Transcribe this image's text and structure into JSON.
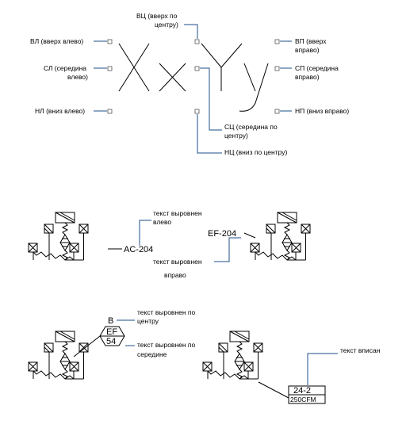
{
  "top_diagram": {
    "letters": [
      "X",
      "x",
      "Y",
      "y"
    ],
    "labels": {
      "top_left": "ВЛ (вверх влево)",
      "middle_left_1": "СЛ (середина",
      "middle_left_2": "влево)",
      "bottom_left": "НЛ (вниз влево)",
      "top_center_1": "ВЦ (вверх по",
      "top_center_2": "центру)",
      "middle_center_1": "СЦ (середина по",
      "middle_center_2": "центру)",
      "bottom_center": "НЦ (вниз по центру)",
      "top_right_1": "ВП (вверх",
      "top_right_2": "вправо)",
      "middle_right_1": "СП (середина",
      "middle_right_2": "вправо)",
      "bottom_right": "НП (вниз вправо)"
    }
  },
  "examples": {
    "left_aligned": {
      "tag": "AC-204",
      "note_1": "текст выровнен",
      "note_2": "влево"
    },
    "right_aligned": {
      "tag": "EF-204",
      "note_1": "текст выровнен",
      "note_2": "вправо"
    },
    "center_aligned": {
      "tag_top": "B",
      "tag_box_top": "EF",
      "tag_box_bottom": "54",
      "note_center_1": "текст выровнен по",
      "note_center_2": "центру",
      "note_middle_1": "текст выровнен по",
      "note_middle_2": "середине"
    },
    "fit": {
      "tag_top": "24-2",
      "tag_bottom": "250CFM",
      "note": "текст вписан"
    }
  }
}
